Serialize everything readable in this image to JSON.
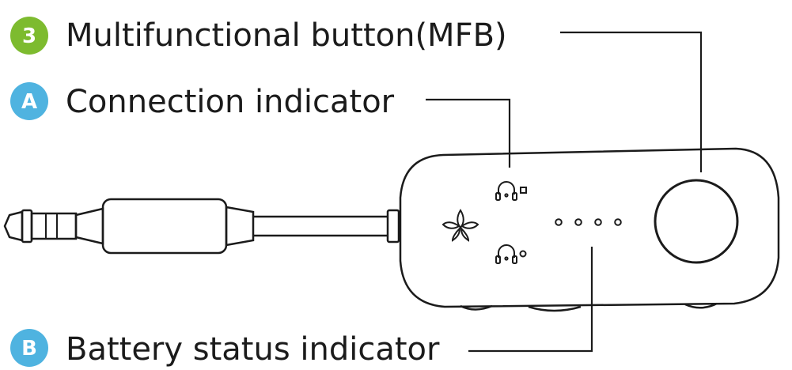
{
  "labels": {
    "mfb": {
      "badge": "3",
      "text": "Multifunctional button(MFB)",
      "badge_color": "#7dbb2f"
    },
    "connection": {
      "badge": "A",
      "text": "Connection indicator",
      "badge_color": "#4fb3e0"
    },
    "battery": {
      "badge": "B",
      "text": "Battery status indicator",
      "badge_color": "#4fb3e0"
    }
  },
  "colors": {
    "line": "#1b1b1b",
    "background": "#ffffff"
  },
  "icons": {
    "logo": "leaf-logo-icon",
    "headphone_1": "headphone-icon",
    "headphone_2": "headphone-icon"
  }
}
